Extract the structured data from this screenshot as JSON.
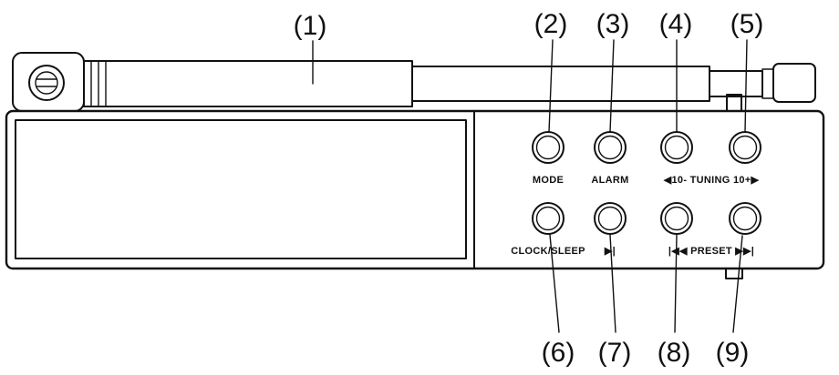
{
  "device": {
    "callouts": {
      "1": "(1)",
      "2": "(2)",
      "3": "(3)",
      "4": "(4)",
      "5": "(5)",
      "6": "(6)",
      "7": "(7)",
      "8": "(8)",
      "9": "(9)"
    },
    "controls": {
      "mode_label": "MODE",
      "alarm_label": "ALARM",
      "tuning_label": "◀10- TUNING 10+▶",
      "clock_sleep_label": "CLOCK/SLEEP",
      "play_pause_label": "▶|",
      "preset_label": "|◀◀ PRESET ▶▶|"
    },
    "colors": {
      "line": "#111111",
      "background": "#ffffff"
    }
  }
}
